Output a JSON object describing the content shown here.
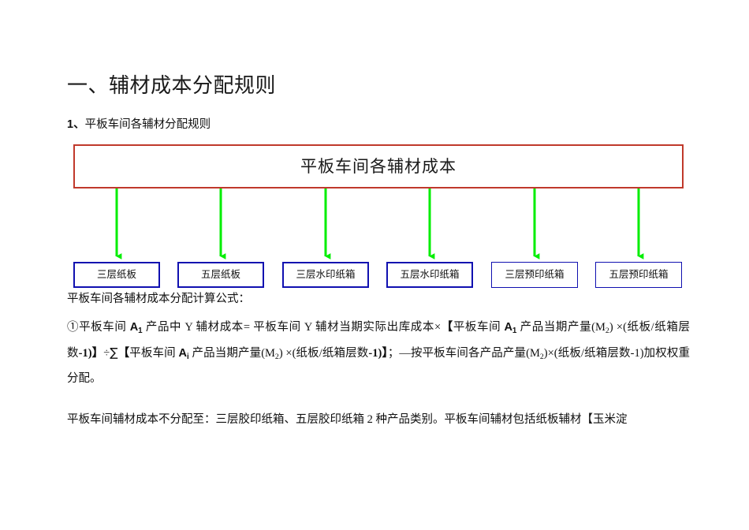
{
  "document": {
    "heading": "一、辅材成本分配规则",
    "subheading_number": "1、",
    "subheading_text": "平板车间各辅材分配规则"
  },
  "diagram": {
    "root": {
      "label": "平板车间各辅材成本",
      "border_color": "#C0392B"
    },
    "arrow_color": "#00EE00",
    "leaf_border_color": "#1010B0",
    "leaves": [
      {
        "label": "三层纸板",
        "weight": "thick"
      },
      {
        "label": "五层纸板",
        "weight": "thick"
      },
      {
        "label": "三层水印纸箱",
        "weight": "thick"
      },
      {
        "label": "五层水印纸箱",
        "weight": "thick"
      },
      {
        "label": "三层预印纸箱",
        "weight": "thin"
      },
      {
        "label": "五层预印纸箱",
        "weight": "thin"
      }
    ]
  },
  "paragraphs": {
    "formula_intro": "平板车间各辅材成本分配计算公式：",
    "formula": {
      "marker": "①",
      "seg1": "平板车间 ",
      "var_a1": "A",
      "var_a1_sub": "1",
      "seg2": " 产品中 Y 辅材成本= 平板车间 Y 辅材当期实际出库成本×",
      "bracket_open": "【",
      "seg3": "平板车间 ",
      "var_a1_b": "A",
      "var_a1_b_sub": "1",
      "seg4": " 产品当期产量(M",
      "sub_m1": "2",
      "seg5": ") ×(纸板/纸箱层数",
      "bold1": "-1)】",
      "divide": "÷",
      "sigma": "∑",
      "bracket_open2": "【",
      "seg6": "平板车间 ",
      "var_ai": "A",
      "var_ai_sub": "i",
      "seg7": " 产品当期产量(M",
      "sub_m2": "2",
      "seg8": ") ×(纸板/纸箱层数",
      "bold2": "-1)】",
      "seg9": "；—按平板车间各产品产量(M",
      "sub_m3": "2",
      "seg10": ")×(纸板/纸箱层数-1)加权权重分配。"
    },
    "note": "平板车间辅材成本不分配至：三层胶印纸箱、五层胶印纸箱 2 种产品类别。平板车间辅材包括纸板辅材【玉米淀"
  }
}
